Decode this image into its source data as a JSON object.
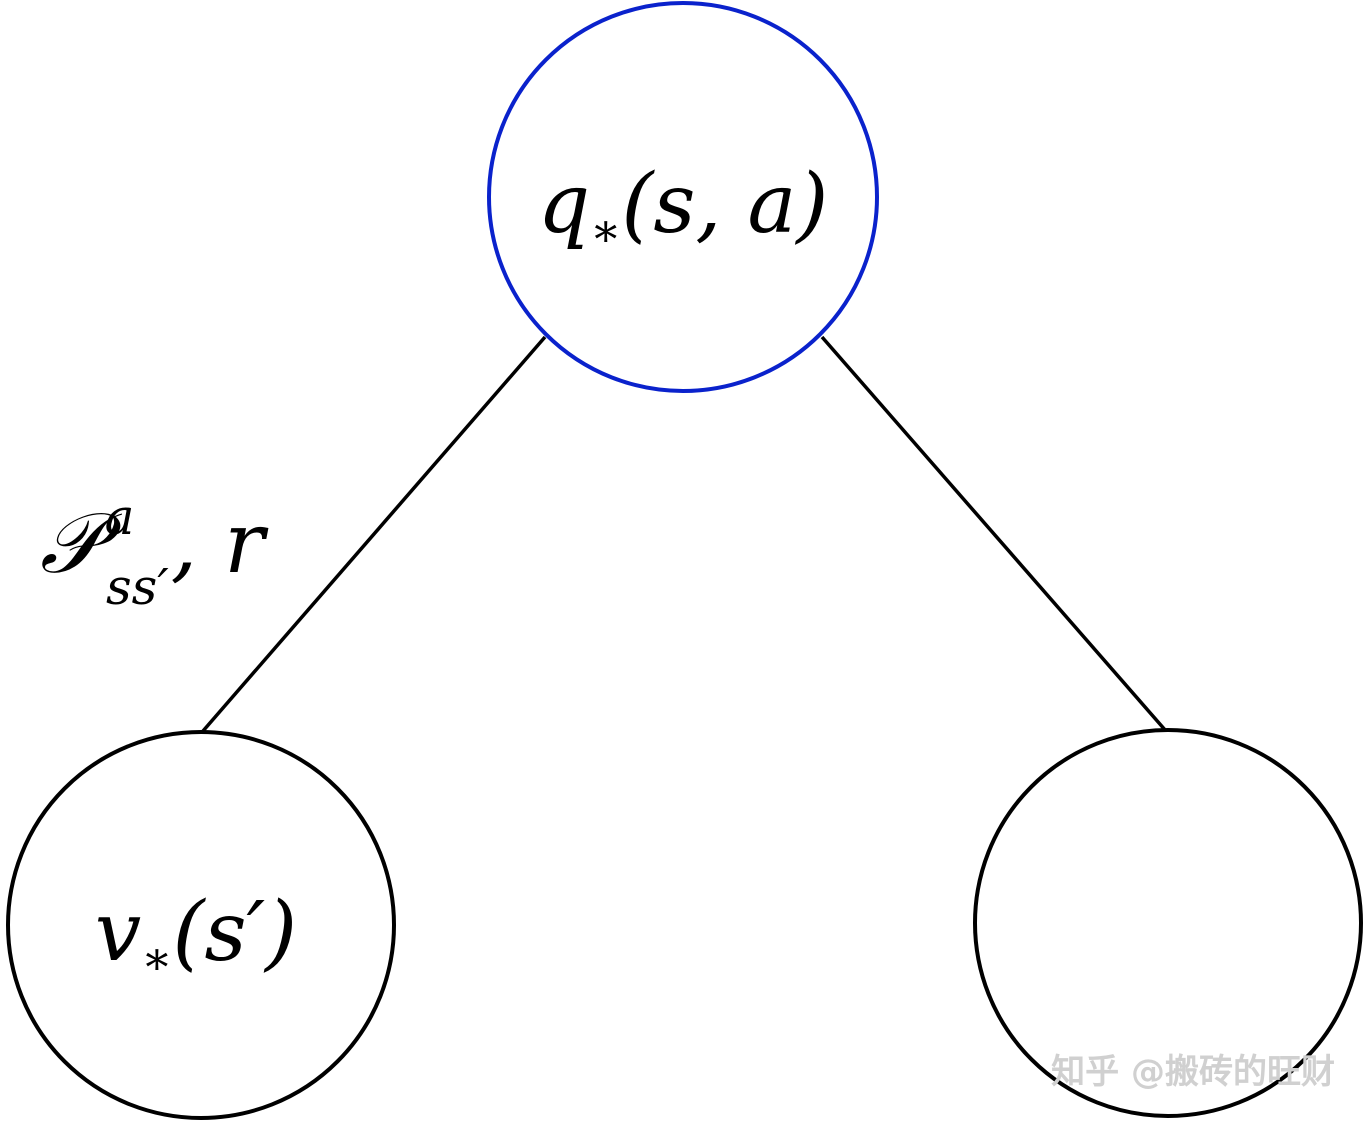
{
  "nodes": {
    "top": {
      "base": "q",
      "sub": "∗",
      "args": "(s, a)",
      "stroke": "#0a22cc"
    },
    "left": {
      "base": "v",
      "sub": "∗",
      "args": "(s′)",
      "stroke": "#000000"
    },
    "right": {
      "stroke": "#000000"
    }
  },
  "edge_label": {
    "base": "𝒫",
    "sup": "a",
    "sub": "ss′",
    "tail": ", r"
  },
  "watermark": {
    "text": "知乎 @搬砖的旺财",
    "color": "#d0d0d0"
  }
}
